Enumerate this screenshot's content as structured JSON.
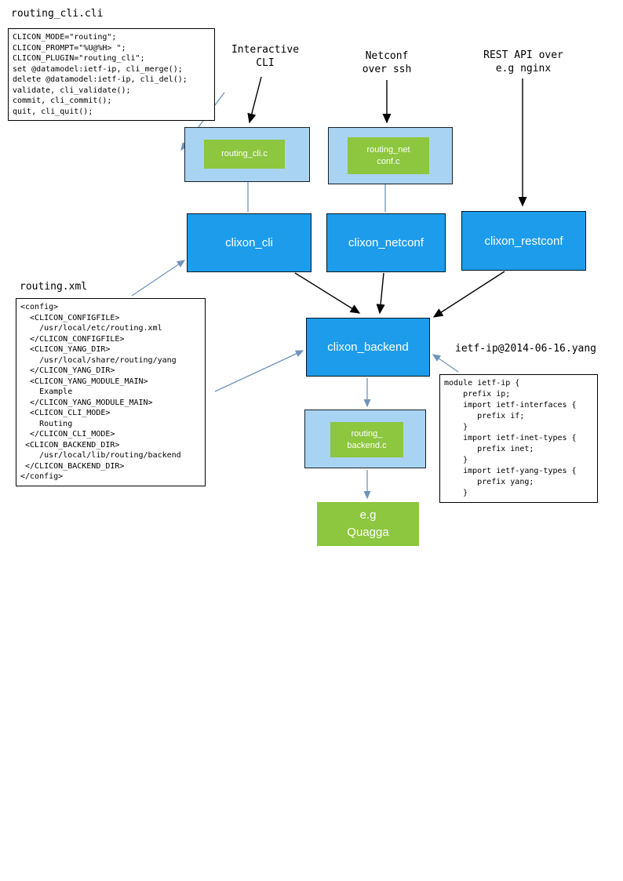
{
  "titles": {
    "routing_cli": "routing_cli.cli",
    "routing_xml": "routing.xml",
    "ietf_yang": "ietf-ip@2014-06-16.yang"
  },
  "annotations": {
    "interactive_cli": "Interactive\nCLI",
    "netconf_ssh": "Netconf\nover ssh",
    "rest_api": "REST API over\ne.g nginx"
  },
  "code": {
    "routing_cli_cli": "CLICON_MODE=\"routing\";\nCLICON_PROMPT=\"%U@%H> \";\nCLICON_PLUGIN=\"routing_cli\";\nset @datamodel:ietf-ip, cli_merge();\ndelete @datamodel:ietf-ip, cli_del();\nvalidate, cli_validate();\ncommit, cli_commit();\nquit, cli_quit();",
    "routing_xml": "<config>\n  <CLICON_CONFIGFILE>\n    /usr/local/etc/routing.xml\n  </CLICON_CONFIGFILE>\n  <CLICON_YANG_DIR>\n    /usr/local/share/routing/yang\n  </CLICON_YANG_DIR>\n  <CLICON_YANG_MODULE_MAIN>\n    Example\n  </CLICON_YANG_MODULE_MAIN>\n  <CLICON_CLI_MODE>\n    Routing\n  </CLICON_CLI_MODE>\n <CLICON_BACKEND_DIR>\n    /usr/local/lib/routing/backend\n </CLICON_BACKEND_DIR>\n</config>",
    "ietf_yang": "module ietf-ip {\n    prefix ip;\n    import ietf-interfaces {\n       prefix if;\n    }\n    import ietf-inet-types {\n       prefix inet;\n    }\n    import ietf-yang-types {\n       prefix yang;\n    }"
  },
  "nodes": {
    "routing_cli_c": "routing_cli.c",
    "routing_netconf_c": "routing_net\nconf.c",
    "clixon_cli": "clixon_cli",
    "clixon_netconf": "clixon_netconf",
    "clixon_restconf": "clixon_restconf",
    "clixon_backend": "clixon_backend",
    "routing_backend_c": "routing_\nbackend.c",
    "quagga": "e.g\nQuagga"
  },
  "colors": {
    "dark_blue": "#1d9ceb",
    "light_blue": "#a9d3f2",
    "green": "#8dc63f",
    "arrow_blue": "#6f94bd",
    "arrow_black": "#000000"
  }
}
